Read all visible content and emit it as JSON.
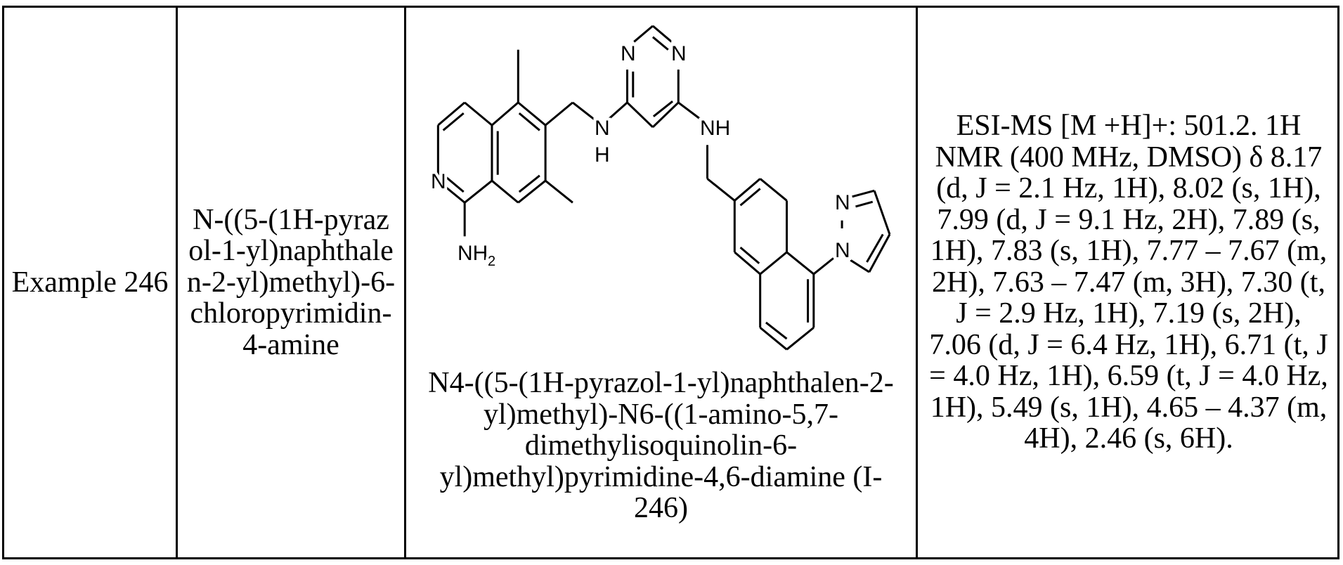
{
  "row": {
    "example": "Example 246",
    "starting_material": "N-((5-(1H-pyrazol-1-yl)naphthalen-2-yl)methyl)-6-chloropyrimidin-4-amine",
    "product_name": "N4-((5-(1H-pyrazol-1-yl)naphthalen-2-yl)methyl)-N6-((1-amino-5,7-dimethylisoquinolin-6-yl)methyl)pyrimidine-4,6-diamine (I-246)",
    "characterization": "ESI-MS [M +H]+: 501.2. 1H NMR (400 MHz, DMSO) δ 8.17 (d, J = 2.1 Hz, 1H), 8.02 (s, 1H), 7.99 (d, J = 9.1 Hz, 2H), 7.89 (s, 1H), 7.83 (s, 1H), 7.77 – 7.67 (m, 2H), 7.63 – 7.47 (m, 3H), 7.30 (t, J = 2.9 Hz, 1H), 7.19 (s, 2H), 7.06 (d, J = 6.4 Hz, 1H), 6.71 (t, J = 4.0 Hz, 1H), 6.59 (t, J = 4.0 Hz, 1H), 5.49 (s, 1H), 4.65 – 4.37 (m, 4H), 2.46 (s, 6H)."
  },
  "structure_labels": {
    "n_isoquinoline": "N",
    "nh2": "NH",
    "nh2_sub": "2",
    "n_linker_1": "N",
    "h_linker_1": "H",
    "n_pyrimidine_1": "N",
    "n_pyrimidine_2": "N",
    "nh_linker_2": "NH",
    "n_pyrazole_2": "N",
    "n_pyrazole_1": "N"
  }
}
